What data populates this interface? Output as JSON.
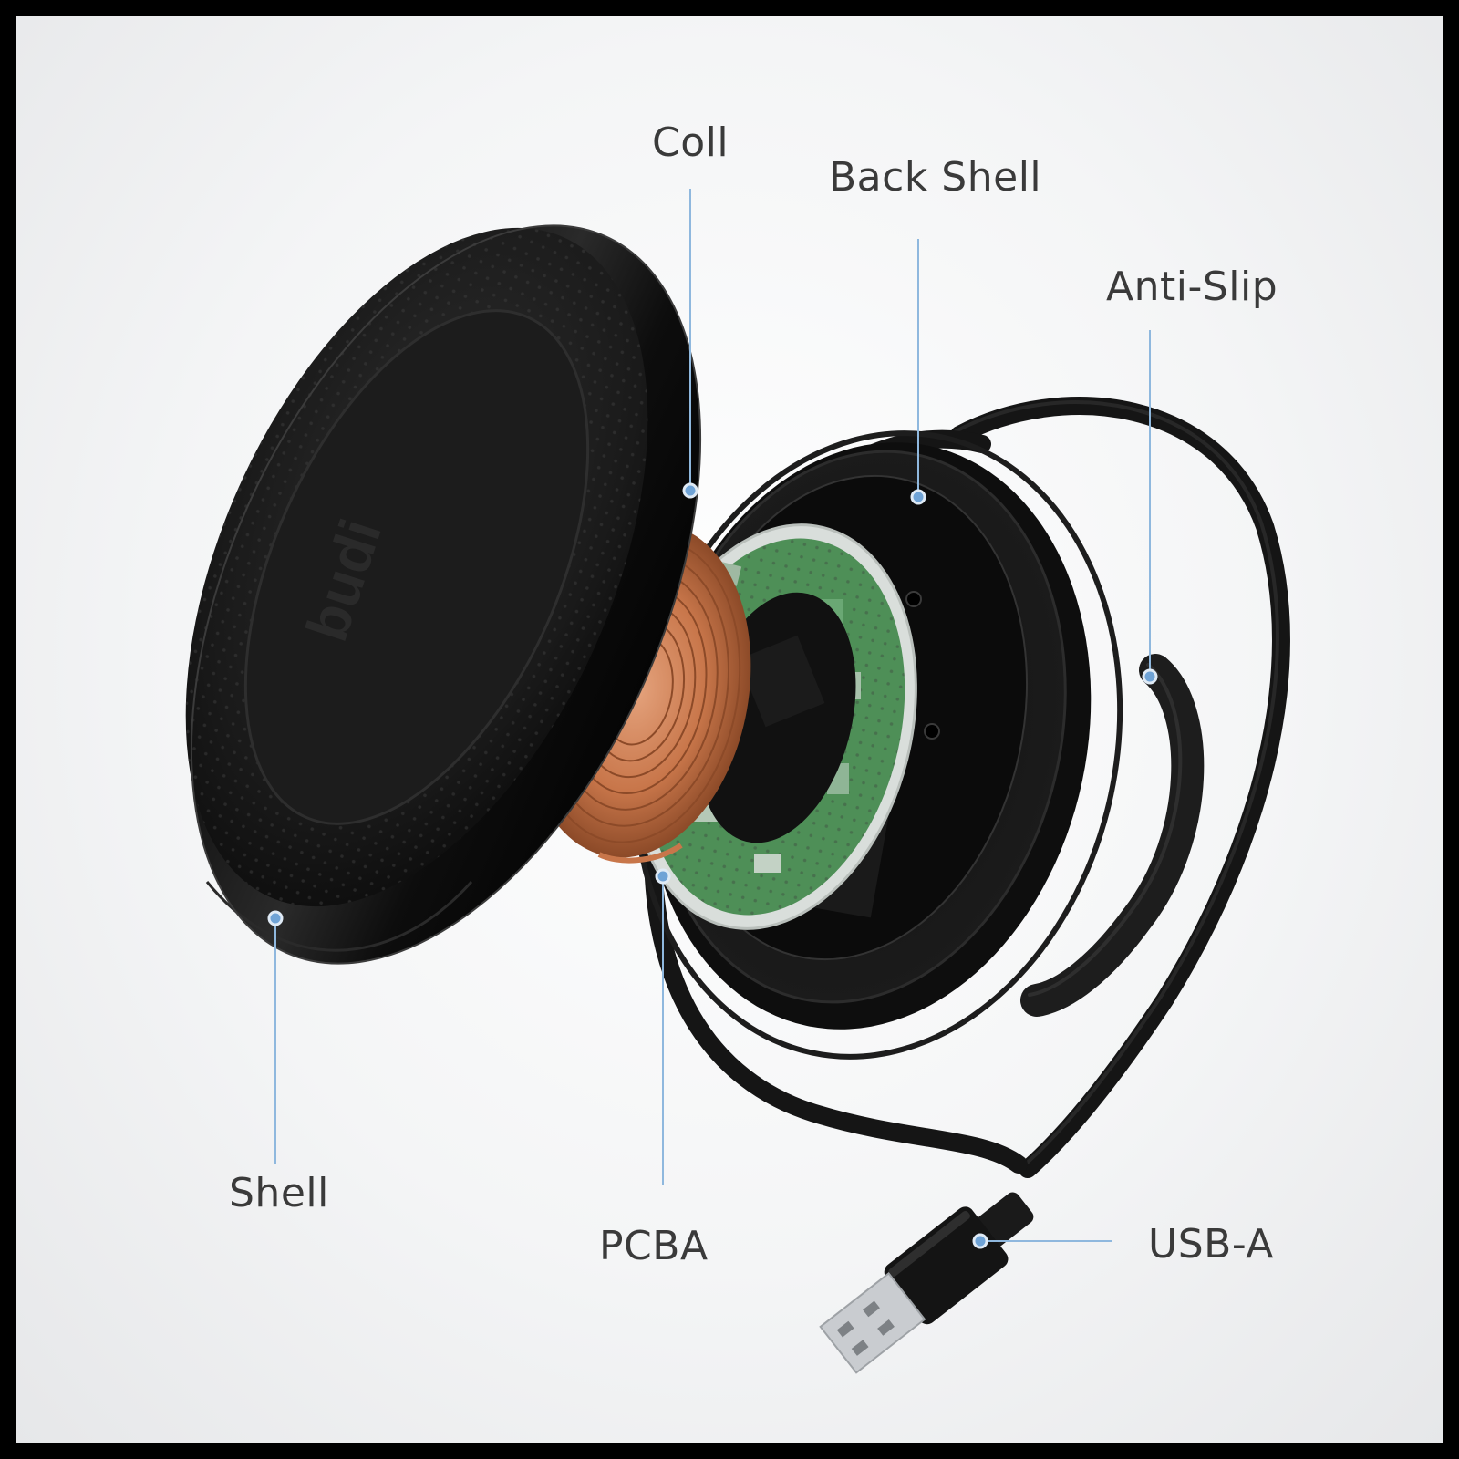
{
  "labels": {
    "coil": "Coll",
    "back_shell": "Back Shell",
    "anti_slip": "Anti-Slip",
    "shell": "Shell",
    "pcba": "PCBA",
    "usb_a": "USB-A"
  },
  "brand_logo": "budi",
  "colors": {
    "leader_line": "#8fb8de",
    "leader_dot": "#6fa3d6",
    "label_text": "#3a3a3a",
    "shell_body": "#161616",
    "copper": "#c8764a",
    "pcb_green": "#3f8a4a"
  }
}
